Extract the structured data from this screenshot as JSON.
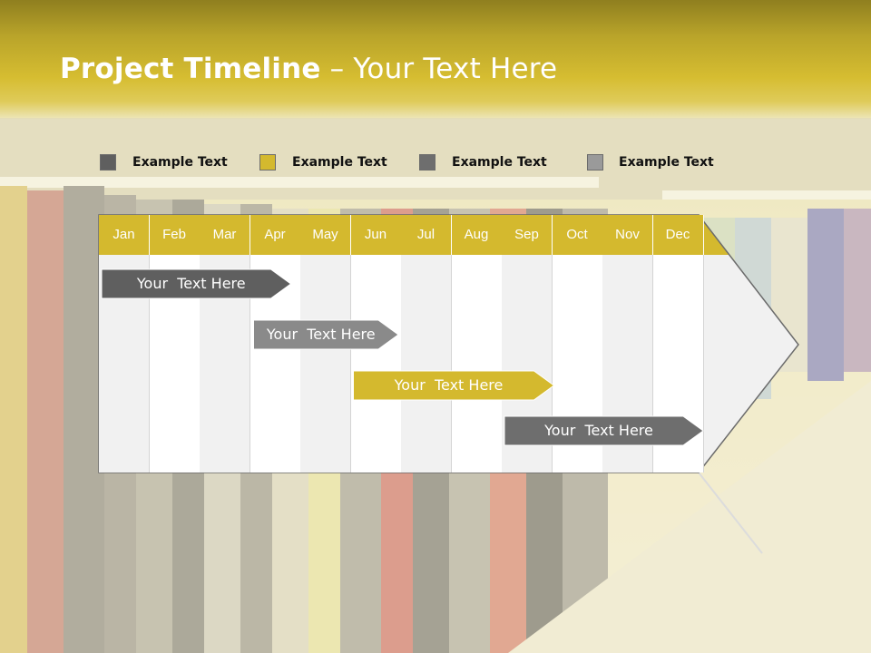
{
  "header": {
    "title_bold": "Project Timeline",
    "title_rest": " – Your Text Here"
  },
  "legend": [
    {
      "label": "Example Text",
      "color": "#5f5f5f"
    },
    {
      "label": "Example Text",
      "color": "#d4b92e"
    },
    {
      "label": "Example Text",
      "color": "#6e6e6e"
    },
    {
      "label": "Example Text",
      "color": "#9a9a9a"
    }
  ],
  "months": [
    "Jan",
    "Feb",
    "Mar",
    "Apr",
    "May",
    "Jun",
    "Jul",
    "Aug",
    "Sep",
    "Oct",
    "Nov",
    "Dec"
  ],
  "tasks": [
    {
      "label": "Your  Text Here",
      "start_month": "Jan",
      "end_month": "Mar",
      "color": "#5f5f5f"
    },
    {
      "label": "Your  Text Here",
      "start_month": "Apr",
      "end_month": "Jun",
      "color": "#8a8a8a"
    },
    {
      "label": "Your  Text Here",
      "start_month": "Jun",
      "end_month": "Sep",
      "color": "#d4b92e"
    },
    {
      "label": "Your  Text Here",
      "start_month": "Sep",
      "end_month": "Dec",
      "color": "#6e6e6e"
    }
  ]
}
